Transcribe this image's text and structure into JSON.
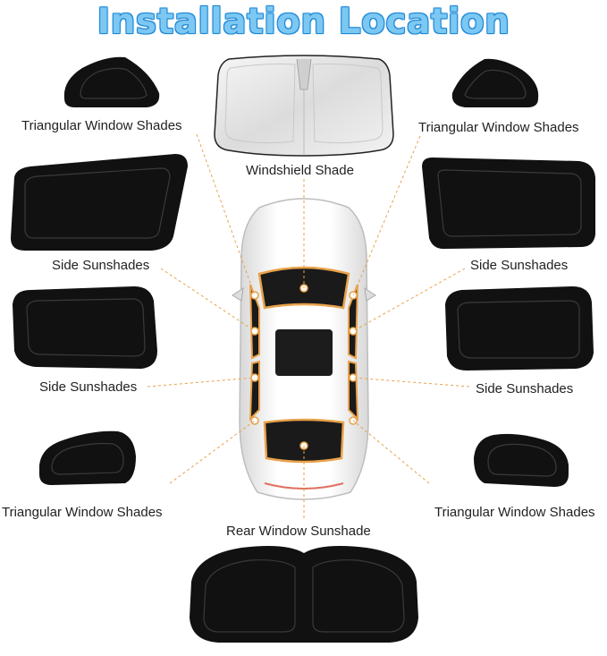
{
  "title": "Installation Location",
  "labels": {
    "tri_top_left": "Triangular Window Shades",
    "tri_top_right": "Triangular Window Shades",
    "windshield": "Windshield Shade",
    "side_upper_left": "Side Sunshades",
    "side_upper_right": "Side Sunshades",
    "side_lower_left": "Side Sunshades",
    "side_lower_right": "Side Sunshades",
    "tri_bottom_left": "Triangular Window Shades",
    "tri_bottom_right": "Triangular Window Shades",
    "rear_window": "Rear Window Sunshade"
  },
  "colors": {
    "title_fill": "#7cc8f2",
    "title_outline": "#1e88d6",
    "shade_black": "#111111",
    "leader_line": "#e8a24a",
    "windshield_silver": "#e8e8e8"
  }
}
